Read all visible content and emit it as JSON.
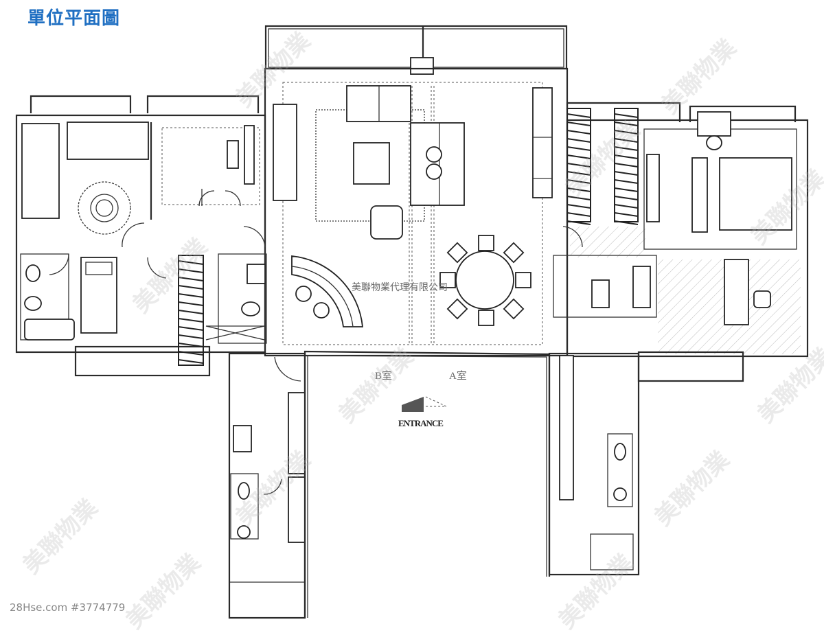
{
  "title": "單位平面圖",
  "labels": {
    "room_b": "B室",
    "room_a": "A室",
    "entrance": "ENTRANCE",
    "agency_watermark": "美聯物業代理有限公司",
    "footer": "28Hse.com #3774779"
  },
  "watermarks": {
    "brand_text": "美聯物業",
    "count": 12
  },
  "colors": {
    "title": "#1f6fc2",
    "lines": "#2a2a2a",
    "watermark": "#b4b4b4"
  }
}
